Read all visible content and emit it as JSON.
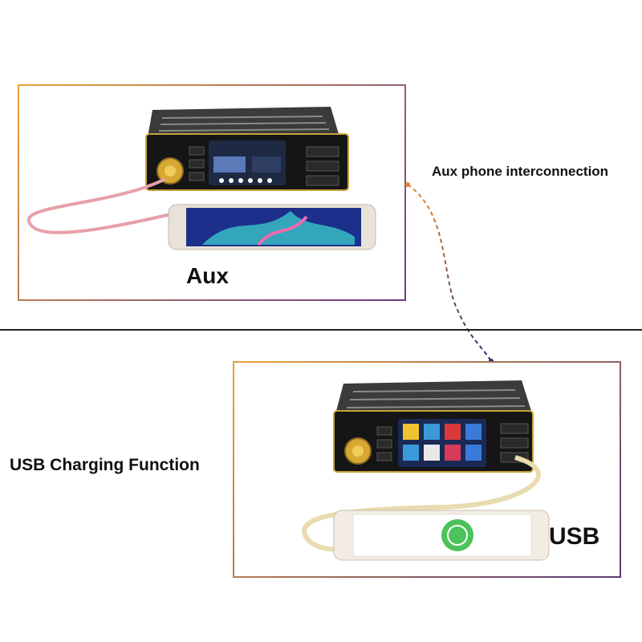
{
  "aux_section": {
    "label": "Aux",
    "description": "Aux phone interconnection"
  },
  "usb_section": {
    "label": "USB",
    "description": "USB Charging Function"
  },
  "colors": {
    "panel_border_start": "#e8a13a",
    "panel_border_end": "#6b3a8a",
    "connector_line_top": "#e8862a",
    "connector_line_bottom": "#2a2a6a",
    "aux_cable": "#e6a0a8",
    "usb_cable": "#e8dcb0",
    "charging_circle": "#4cc35a"
  }
}
